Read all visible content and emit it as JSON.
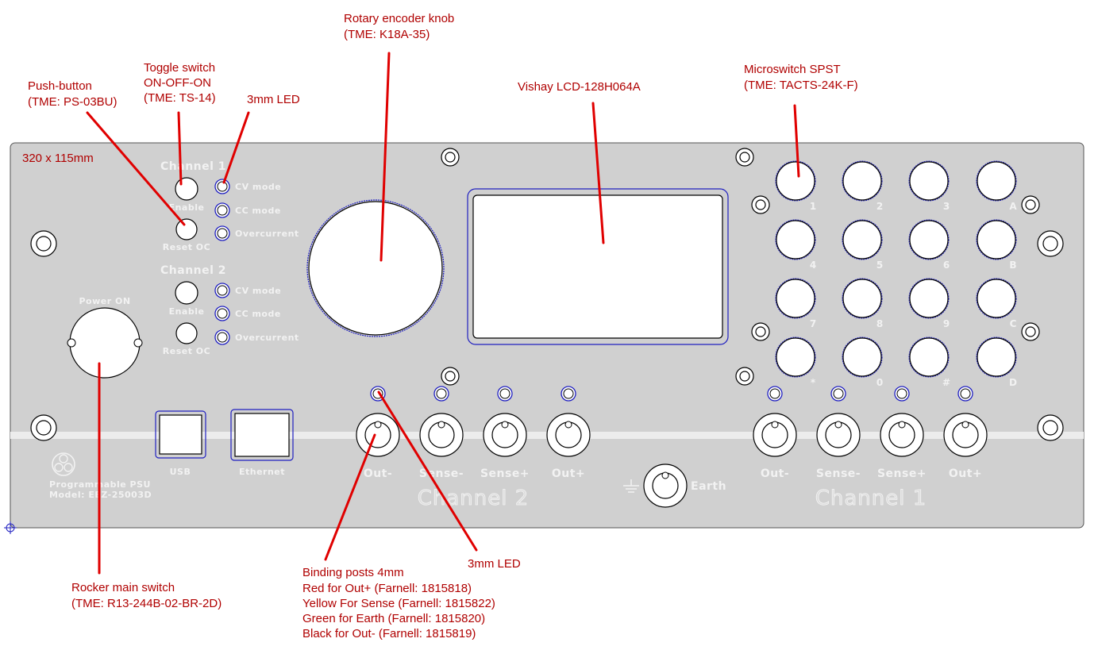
{
  "panel": {
    "size_label": "320 x 115mm",
    "channel1_title": "Channel 1",
    "channel2_title": "Channel 2",
    "enable": "Enable",
    "reset_oc": "Reset OC",
    "cv_mode": "CV mode",
    "cc_mode": "CC mode",
    "overcurrent": "Overcurrent",
    "power_on": "Power ON",
    "usb": "USB",
    "ethernet": "Ethernet",
    "product_line1": "Programmable PSU",
    "product_line2": "Model: EEZ-25003D",
    "earth": "Earth",
    "ch2_posts": [
      "Out-",
      "Sense-",
      "Sense+",
      "Out+"
    ],
    "ch1_posts": [
      "Out-",
      "Sense-",
      "Sense+",
      "Out+"
    ],
    "big_ch2": "Channel 2",
    "big_ch1": "Channel 1",
    "keypad": [
      "1",
      "2",
      "3",
      "A",
      "4",
      "5",
      "6",
      "B",
      "7",
      "8",
      "9",
      "C",
      "*",
      "0",
      "#",
      "D"
    ]
  },
  "annotations": {
    "pushbutton": [
      "Push-button",
      "(TME: PS-03BU)"
    ],
    "toggle": [
      "Toggle switch",
      "ON-OFF-ON",
      "(TME: TS-14)"
    ],
    "led_top": [
      "3mm LED"
    ],
    "encoder": [
      "Rotary encoder knob",
      "(TME: K18A-35)"
    ],
    "lcd": [
      "Vishay LCD-128H064A"
    ],
    "microswitch": [
      "Microswitch SPST",
      "(TME: TACTS-24K-F)"
    ],
    "rocker": [
      "Rocker main switch",
      "(TME: R13-244B-02-BR-2D)"
    ],
    "binding": [
      "Binding posts 4mm",
      "Red for Out+ (Farnell: 1815818)",
      "Yellow For Sense (Farnell: 1815822)",
      "Green for Earth (Farnell: 1815820)",
      "Black for Out- (Farnell: 1815819)"
    ],
    "led_bottom": [
      "3mm LED"
    ]
  },
  "colors": {
    "panel": "#d0d0d0",
    "annotation": "#b00000",
    "leader": "#e00000",
    "led_ring": "#2020c0"
  }
}
